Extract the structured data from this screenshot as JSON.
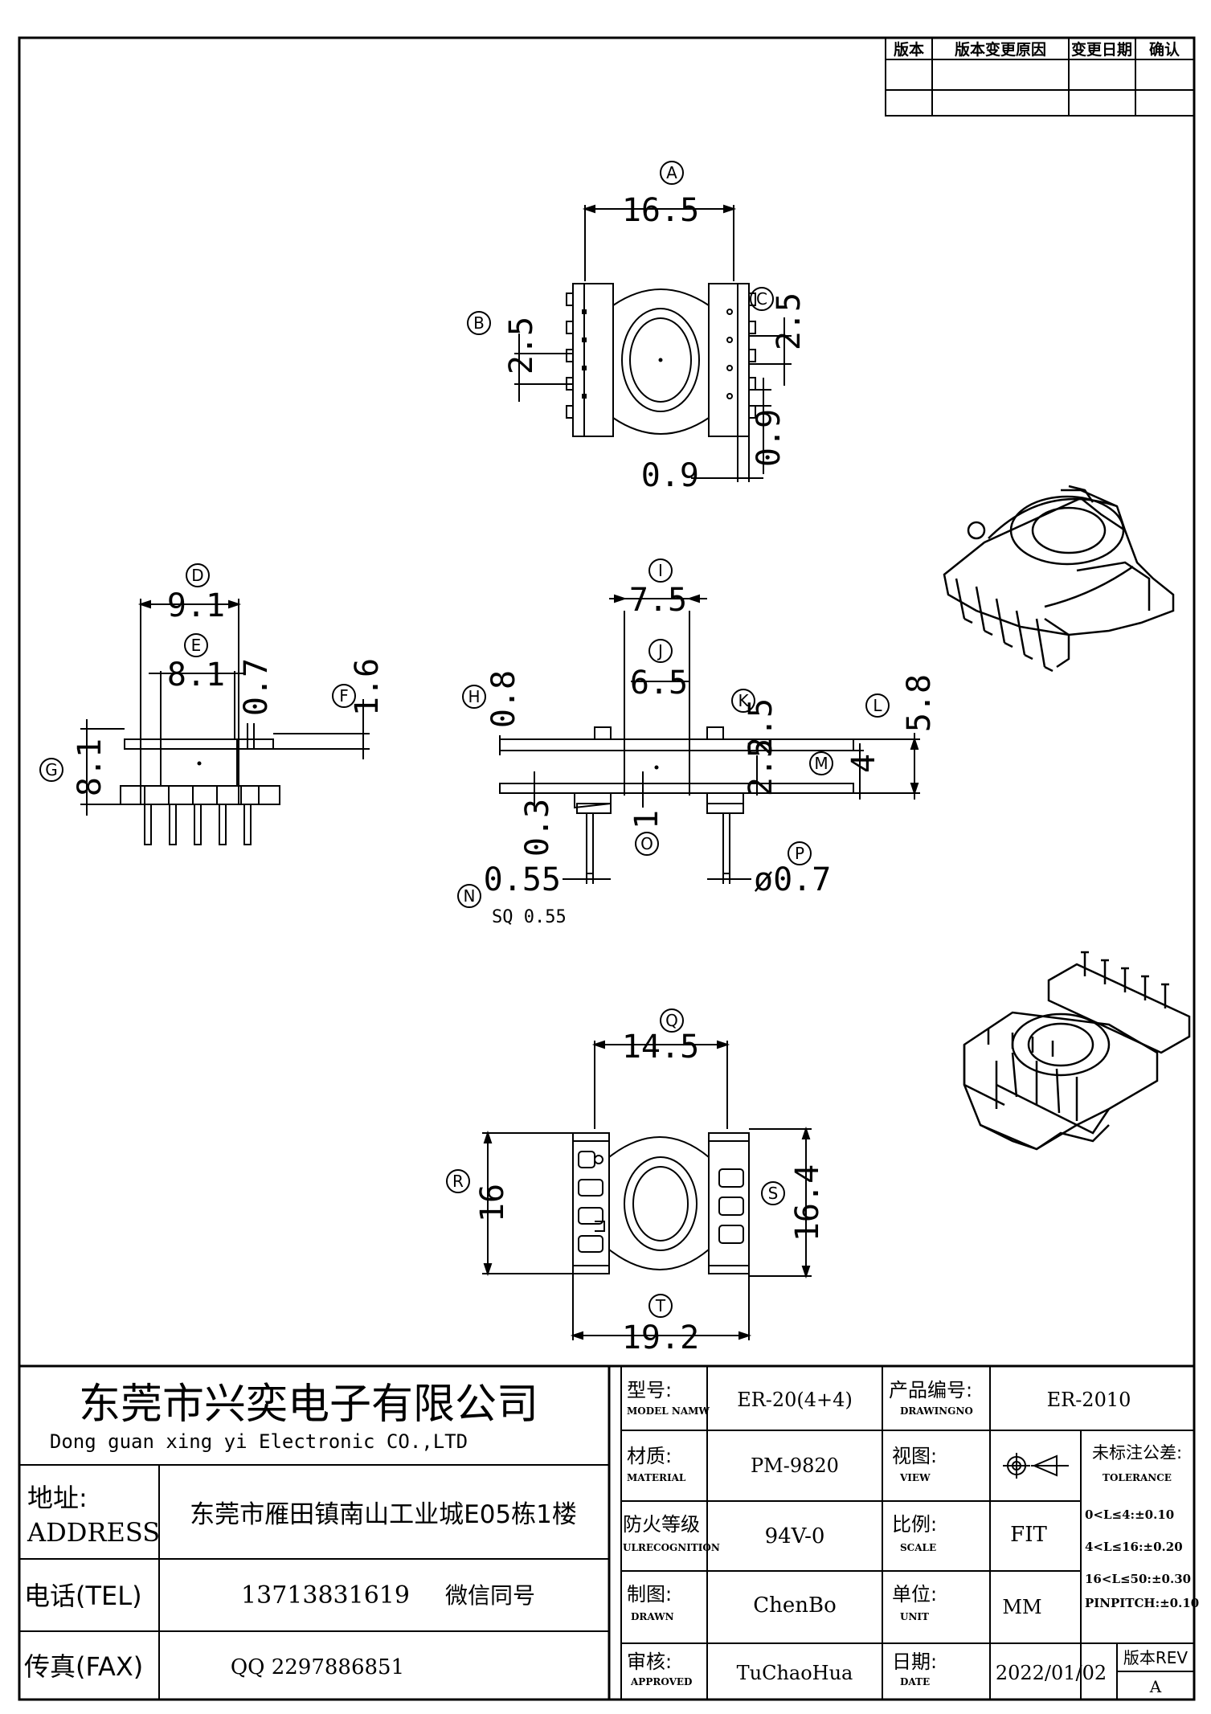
{
  "revision_table": {
    "headers": [
      "版本",
      "版本变更原因",
      "变更日期",
      "确认"
    ]
  },
  "views": {
    "top": {
      "dims": {
        "A": "16.5",
        "B": "2.5",
        "C": "2.5",
        "pin_w": "0.9",
        "pin_gap": "0.9"
      },
      "labels": {
        "A": "A",
        "B": "B",
        "C": "C"
      }
    },
    "side_left": {
      "dims": {
        "D": "9.1",
        "E": "8.1",
        "F": "1.6",
        "G": "8.1",
        "small": "0.7"
      },
      "labels": {
        "D": "D",
        "E": "E",
        "F": "F",
        "G": "G"
      }
    },
    "front": {
      "dims": {
        "I": "7.5",
        "J": "6.5",
        "H": "0.8",
        "K": "2.5",
        "L": "5.8",
        "M": "4",
        "M2": "2.5",
        "N": "0.55",
        "N_note": "SQ 0.55",
        "O": "1",
        "P": "ø0.7",
        "zero3": "0.3"
      },
      "labels": {
        "H": "H",
        "I": "I",
        "J": "J",
        "K": "K",
        "L": "L",
        "M": "M",
        "N": "N",
        "O": "O",
        "P": "P"
      }
    },
    "bottom": {
      "dims": {
        "Q": "14.5",
        "R": "16",
        "S": "16.4",
        "T": "19.2"
      },
      "labels": {
        "Q": "Q",
        "R": "R",
        "S": "S",
        "T": "T"
      }
    }
  },
  "title_block": {
    "company_cn": "东莞市兴奕电子有限公司",
    "company_en": "Dong guan xing yi Electronic CO.,LTD",
    "address_label_cn": "地址:",
    "address_label_en": "ADDRESS",
    "address_value": "东莞市雁田镇南山工业城E05栋1楼",
    "tel_label": "电话(TEL)",
    "tel_value": "13713831619",
    "tel_note": "微信同号",
    "fax_label": "传真(FAX)",
    "fax_value": "QQ 2297886851",
    "model_label_cn": "型号:",
    "model_label_en": "MODEL NAMW",
    "model_value": "ER-20(4+4)",
    "drawing_label_cn": "产品编号:",
    "drawing_label_en": "DRAWINGNO",
    "drawing_value": "ER-2010",
    "material_label_cn": "材质:",
    "material_label_en": "MATERIAL",
    "material_value": "PM-9820",
    "view_label_cn": "视图:",
    "view_label_en": "VIEW",
    "tolerance_label_cn": "未标注公差:",
    "tolerance_label_en": "TOLERANCE",
    "tolerance_1": "0<L≤4:±0.10",
    "tolerance_2": "4<L≤16:±0.20",
    "tolerance_3": "16<L≤50:±0.30",
    "tolerance_4": "PINPITCH:±0.10",
    "fire_label_cn": "防火等级",
    "fire_label_en": "ULRECOGNITION",
    "fire_value": "94V-0",
    "scale_label_cn": "比例:",
    "scale_label_en": "SCALE",
    "scale_value": "FIT",
    "drawn_label_cn": "制图:",
    "drawn_label_en": "DRAWN",
    "drawn_value": "ChenBo",
    "unit_label_cn": "单位:",
    "unit_label_en": "UNIT",
    "unit_value": "MM",
    "approved_label_cn": "审核:",
    "approved_label_en": "APPROVED",
    "approved_value": "TuChaoHua",
    "date_label_cn": "日期:",
    "date_label_en": "DATE",
    "date_value": "2022/01/02",
    "rev_label": "版本REV",
    "rev_value": "A"
  }
}
